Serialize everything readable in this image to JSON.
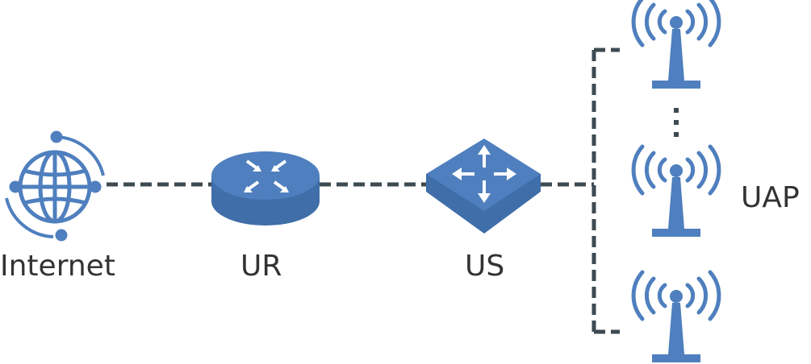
{
  "labels": {
    "internet": "Internet",
    "router": "UR",
    "switch": "US",
    "access_points": "UAP"
  },
  "colors": {
    "device_blue": "#4f7fbe",
    "device_side": "#3f6ea9",
    "link": "#3e4a52",
    "text": "#333333"
  },
  "icons": {
    "internet": "globe-icon",
    "router": "router-icon",
    "switch": "switch-icon",
    "access_point": "access-point-icon"
  }
}
